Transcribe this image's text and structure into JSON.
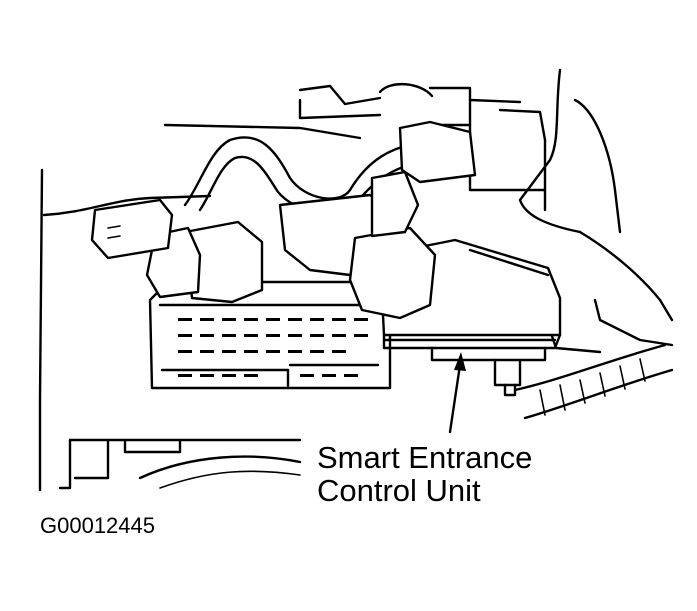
{
  "labels": {
    "component_line1": "Smart Entrance",
    "component_line2": "Control Unit",
    "figure_id": "G00012445"
  }
}
